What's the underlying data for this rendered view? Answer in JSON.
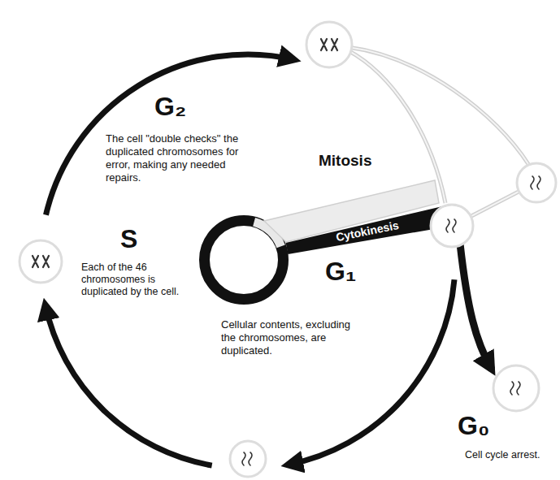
{
  "diagram": {
    "labels": [
      "G₂",
      "The cell \"double checks\" the duplicated chromosomes for error, making any needed repairs.",
      "Mitosis",
      "Cytokinesis",
      "S",
      "Each of the 46 chromosomes is duplicated by the cell.",
      "G₁",
      "Cellular contents, excluding the chromosomes, are duplicated.",
      "G₀",
      "Cell cycle arrest."
    ]
  }
}
